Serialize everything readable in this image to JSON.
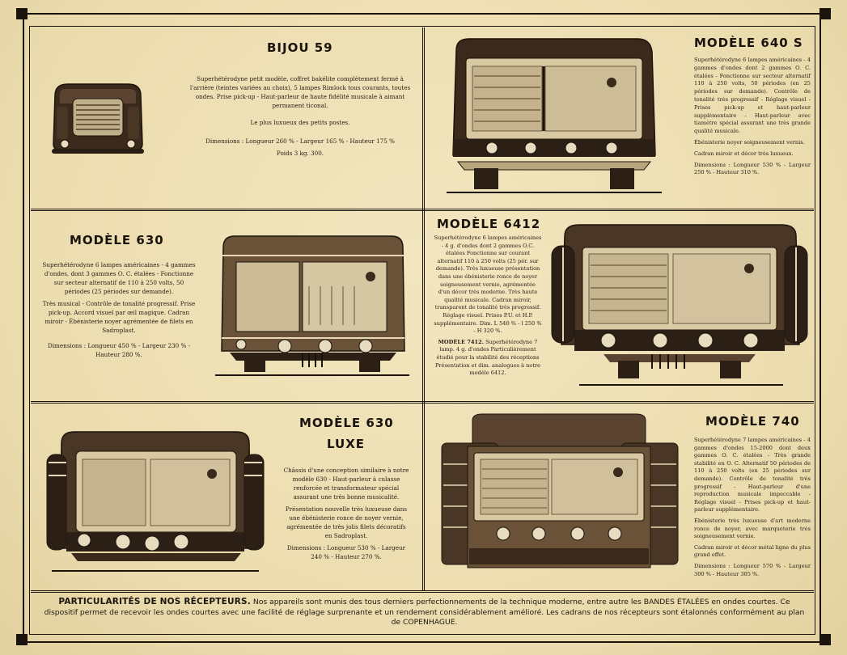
{
  "bijou": {
    "title": "BIJOU 59",
    "desc": "Superhétérodyne petit modèle, coffret bakélite complètement fermé à l'arrière (teintes variées au choix), 5 lampes Rimlock tous courants, toutes ondes. Prise pick-up - Haut-parleur de haute fidélité musicale à aimant permanent ticonal.",
    "tagline": "Le plus luxueux des petits postes.",
    "dims": "Dimensions : Longueur 260 % - Largeur 165 % - Hauteur 175 %",
    "weight": "Poids 3 kg. 300."
  },
  "m640s": {
    "title": "MODÈLE 640 S",
    "desc": "Superhétérodyne 6 lampes américaines - 4 gammes d'ondes dont 2 gammes O. C. étalées - Fonctionne sur secteur alternatif 110 à 250 volts, 50 périodes (en 25 périodes sur demande). Contrôle de tonalité très progressif - Réglage visuel - Prises pick-up et haut-parleur supplémentaire - Haut-parleur avec tiamètre spécial assurant une très grande qualité musicale.",
    "cabinet": "Ébénisterie noyer soigneusement vernis.",
    "dial": "Cadran miroir et décor très luxueux.",
    "dims": "Dimensions : Longueur 530 % - Largeur 250 % - Hauteur 310 %."
  },
  "m630": {
    "title": "MODÈLE 630",
    "desc": "Superhétérodyne 6 lampes américaines - 4 gammes d'ondes, dont 3 gammes O. C. étalées - Fonctionne sur secteur alternatif de 110 à 250 volts, 50 périodes (25 périodes sur demande).",
    "desc2": "Très musical - Contrôle de tonalité progressif. Prise pick-up. Accord visuel par œil magique. Cadran miroir - Ébénisterie noyer agrémentée de filets en Sadroplast.",
    "dims": "Dimensions : Longueur 450 % - Largeur 230 % - Hauteur 280 %."
  },
  "m6412": {
    "title": "MODÈLE 6412",
    "desc": "Superhétérodyne 6 lampes américaines - 4 g. d'ondes dont 2 gammes O.C. étalées Fonctionne sur courant alternatif 110 à 250 volts (25 pér. sur demande). Très luxueuse présentation dans une ébénisterie ronce de noyer soigneusement vernie, agrémentée d'un décor très moderne. Très haute qualité musicale. Cadran miroir, transparent de tonalité très progressif. Réglage visuel. Prises P.U. et H.P. supplémentaire. Dim. L 540 % - l 250 % - H 320 %.",
    "desc2_label": "MODÈLE 7412.",
    "desc2": "Superhétérodyne 7 lamp. 4 g. d'ondes Particulièrement étudié pour la stabilité des réceptions Présentation et dim. analogues à notre modèle 6412."
  },
  "m630luxe": {
    "title": "MODÈLE 630",
    "title2": "LUXE",
    "desc": "Châssis d'une conception similaire à notre modèle 630 - Haut-parleur à culasse renforcée et transformateur spécial assurant une très bonne musicalité.",
    "desc2": "Présentation nouvelle très luxueuse dans une ébénisterie ronce de noyer vernie, agrémentée de très jolis filets décoratifs en Sadroplast.",
    "dims": "Dimensions : Longueur 530 % - Largeur 240 % - Hauteur 270 %."
  },
  "m740": {
    "title": "MODÈLE 740",
    "desc": "Superhétérodyne 7 lampes américaines - 4 gammes d'ondes 15-2000 dont deux gammes O. C. étalées - Très grande stabilité en O. C. Alternatif 50 périodes de 110 à 250 volts (en 25 périodes sur demande). Contrôle de tonalité très progressif - Haut-parleur d'une reproduction musicale impeccable - Réglage visuel - Prises pick-up et haut-parleur supplémentaire.",
    "cabinet": "Ébénisterie très luxueuse d'art moderne ronce de noyer, avec marqueterie très soigneusement vernie.",
    "dial": "Cadran miroir et décor métal ligne du plus grand effet.",
    "dims": "Dimensions : Longueur 570 % - Largeur 300 % - Hauteur 305 %."
  },
  "footer": {
    "heading": "PARTICULARITÉS DE NOS RÉCEPTEURS.",
    "text": "Nos appareils sont munis des tous derniers perfectionnements de la technique moderne, entre autre les BANDES ÉTALÉES en ondes courtes. Ce dispositif permet de recevoir les ondes courtes avec une facilité de réglage surprenante et un rendement considérablement amélioré. Les cadrans de nos récepteurs sont étalonnés conformément au plan de COPENHAGUE."
  },
  "colors": {
    "paper": "#efe1b5",
    "ink": "#1b140c",
    "wood_dark": "#3b2a1c",
    "wood_light": "#d9c8a0"
  }
}
